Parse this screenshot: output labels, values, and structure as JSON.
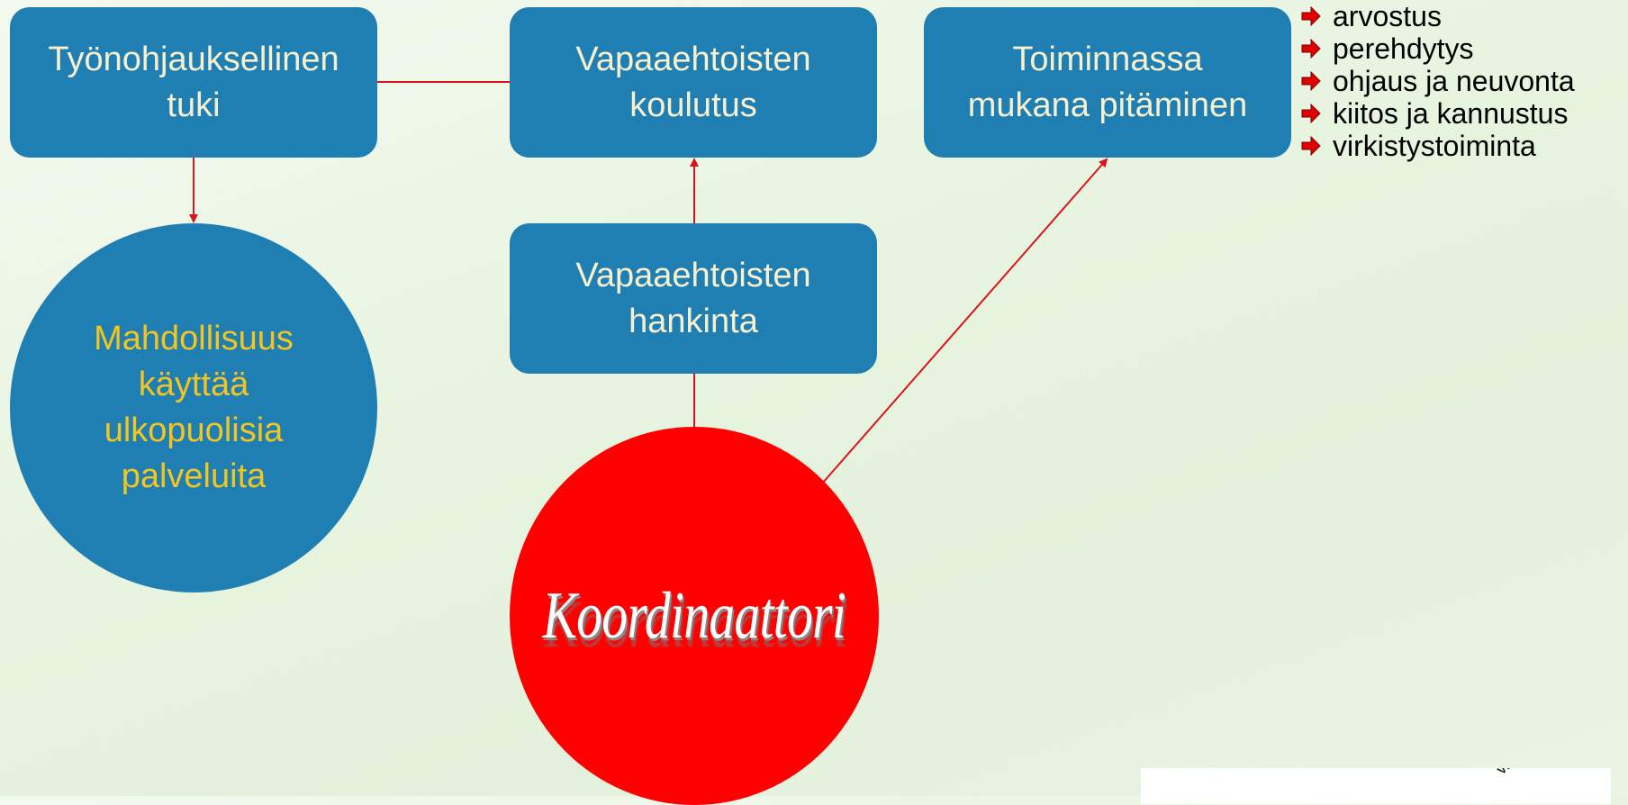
{
  "diagram": {
    "nodes": {
      "tyonohjaus": "Työnohjauksellinen\ntuki",
      "koulutus": "Vapaaehtoisten\nkoulutus",
      "toiminnassa": "Toiminnassa\nmukana pitäminen",
      "hankinta": "Vapaaehtoisten\nhankinta",
      "mahdollisuus": "Mahdollisuus\nkäyttää\nulkopuolisia\npalveluita",
      "koordinaattori": "Koordinaattori"
    },
    "bullets": [
      "arvostus",
      "perehdytys",
      "ohjaus ja neuvonta",
      "kiitos ja kannustus",
      "virkistystoiminta"
    ],
    "logo_text": "VAPAAEH"
  },
  "colors": {
    "box_fill": "#1f7fb3",
    "box_text": "#f6f0cf",
    "circle_text": "#f3c520",
    "coordinator_fill": "#ff0000",
    "connector": "#d9141b",
    "bullet_arrow": "#e00000"
  },
  "icons": {
    "bullet": "right-arrow-icon"
  }
}
